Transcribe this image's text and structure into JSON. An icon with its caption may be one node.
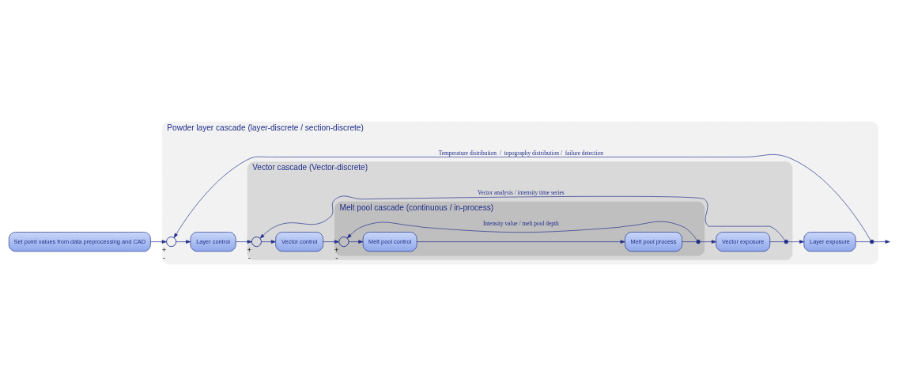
{
  "diagram": {
    "nodes": [
      {
        "text": [
          "Powder layer cascade (layer-discrete / section-discrete)"
        ]
      },
      {
        "text": [
          "Set point values from data preprocessing and CAD"
        ]
      },
      {
        "text": [],
        "shape": "circle",
        "beside": [
          "+",
          "-"
        ],
        "in": 0
      },
      {
        "text": [
          "Layer control"
        ],
        "in": 0
      },
      {
        "text": [
          "Vector cascade (Vector-discrete)"
        ],
        "in": 0
      },
      {
        "text": [],
        "shape": "circle",
        "beside": [
          "+",
          "-"
        ],
        "in": 4
      },
      {
        "text": [
          "Vector control"
        ],
        "in": 4
      },
      {
        "text": [
          "Melt pool cascade (continuous / in-process)"
        ],
        "in": 4
      },
      {
        "text": [],
        "shape": "circle",
        "beside": [
          "+",
          "-"
        ],
        "in": 7
      },
      {
        "text": [
          "Melt pool control"
        ],
        "in": 7
      },
      {
        "text": [
          "Melt pool process"
        ],
        "in": 7
      },
      {
        "text": [],
        "shape": "dot",
        "in": 7
      },
      {
        "text": [
          "Vector exposure"
        ],
        "in": 4
      },
      {
        "text": [],
        "shape": "dot",
        "in": 4
      },
      {
        "text": [
          "Layer exposure"
        ],
        "in": 0
      },
      {
        "text": [],
        "shape": "dot",
        "in": 0
      }
    ],
    "edges": [
      {
        "from": 1,
        "to": 2,
        "arrow": "to"
      },
      {
        "from": 2,
        "to": 3,
        "arrow": "to"
      },
      {
        "from": 3,
        "to": 5,
        "arrow": "to"
      },
      {
        "from": 5,
        "to": 6,
        "arrow": "to"
      },
      {
        "from": 6,
        "to": 8,
        "arrow": "to"
      },
      {
        "from": 8,
        "to": 9,
        "arrow": "to"
      },
      {
        "from": 9,
        "to": 10,
        "arrow": "to"
      },
      {
        "from": 10,
        "to": 11,
        "arrow": "none"
      },
      {
        "from": 11,
        "to": 12,
        "arrow": "to"
      },
      {
        "from": 11,
        "to": 8,
        "arrow": "to",
        "label": "Intensity value / melt pool depth"
      },
      {
        "from": 12,
        "to": 13,
        "arrow": "none"
      },
      {
        "from": 13,
        "to": 14,
        "arrow": "to"
      },
      {
        "from": 13,
        "to": 5,
        "arrow": "to",
        "label": "Vector analysis / intensity time series"
      },
      {
        "from": 14,
        "to": 15,
        "arrow": "none"
      },
      {
        "from": 15,
        "to": null,
        "arrow": "to"
      },
      {
        "from": 15,
        "to": 2,
        "arrow": "to",
        "label": "Temperature distribution  /  topography distribution /  failure detection"
      }
    ]
  }
}
